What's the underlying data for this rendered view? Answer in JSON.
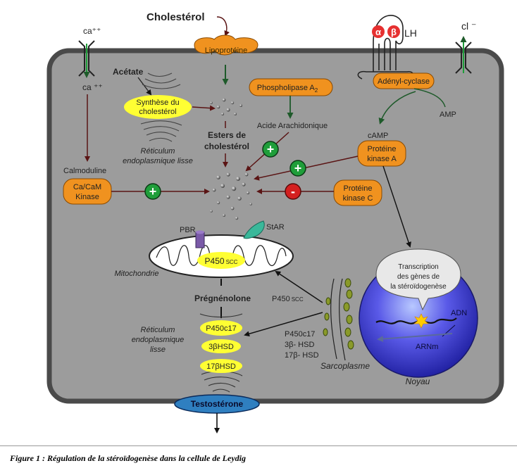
{
  "labels": {
    "cholesterol": "Cholestérol",
    "lipoproteine": "Lipoprotéine",
    "ca_out": "ca⁺⁺",
    "ca_in": "ca ⁺⁺",
    "cl": "cl ⁻",
    "lh": "LH",
    "alpha": "α",
    "beta": "β",
    "adenyl_cyclase": "Adényl-cyclase",
    "amp": "AMP",
    "camp": "cAMP",
    "acetate": "Acétate",
    "synthese_line1": "Synthèse du",
    "synthese_line2": "cholestérol",
    "reticulum_line1": "Réticulum",
    "reticulum_line2": "endoplasmique lisse",
    "phospholipase": "Phospholipase A",
    "phospholipase_sub": "2",
    "acide_arachidonique": "Acide Arachidonique",
    "esters_line1": "Esters de",
    "esters_line2": "cholestérol",
    "pka_line1": "Protéine",
    "pka_line2": "kinase A",
    "pkc_line1": "Protéine",
    "pkc_line2": "kinase C",
    "calmoduline": "Calmoduline",
    "cacam_line1": "Ca/CaM",
    "cacam_line2": "Kinase",
    "pbr": "PBR",
    "star": "StAR",
    "p450scc": "P450",
    "p450scc_sub": "SCC",
    "mitochondrie": "Mitochondrie",
    "pregnenolone": "Prégnénolone",
    "p450scc_side": "P450",
    "p450scc_side_sub": "SCC",
    "reticulum2_line1": "Réticulum",
    "reticulum2_line2": "endoplasmique",
    "reticulum2_line3": "lisse",
    "p450c17": "P450c17",
    "hsd3": "3βHSD",
    "hsd17": "17βHSD",
    "side_p450c17": "P450c17",
    "side_3b": "3β- HSD",
    "side_17b": "17β- HSD",
    "sarcoplasme": "Sarcoplasme",
    "transcription_line1": "Transcription",
    "transcription_line2": "des gènes de",
    "transcription_line3": "la stéroïdogenèse",
    "adn": "ADN",
    "arnm": "ARNm",
    "noyau": "Noyau",
    "testosterone": "Testostérone",
    "plus": "+",
    "minus": "-"
  },
  "caption": "Figure 1 : Régulation de la stéroïdogenèse dans la cellule de Leydig",
  "colors": {
    "cell_fill": "#9c9c9c",
    "cell_stroke": "#4a4a4a",
    "orange": "#f0921f",
    "yellow": "#ffff33",
    "dark_red": "#5a1414",
    "green_plus": "#1f9e3a",
    "red_minus": "#d42020",
    "nucleus": "#3a3ad0",
    "testosterone": "#2f7fc0",
    "lh_red": "#e63030"
  }
}
